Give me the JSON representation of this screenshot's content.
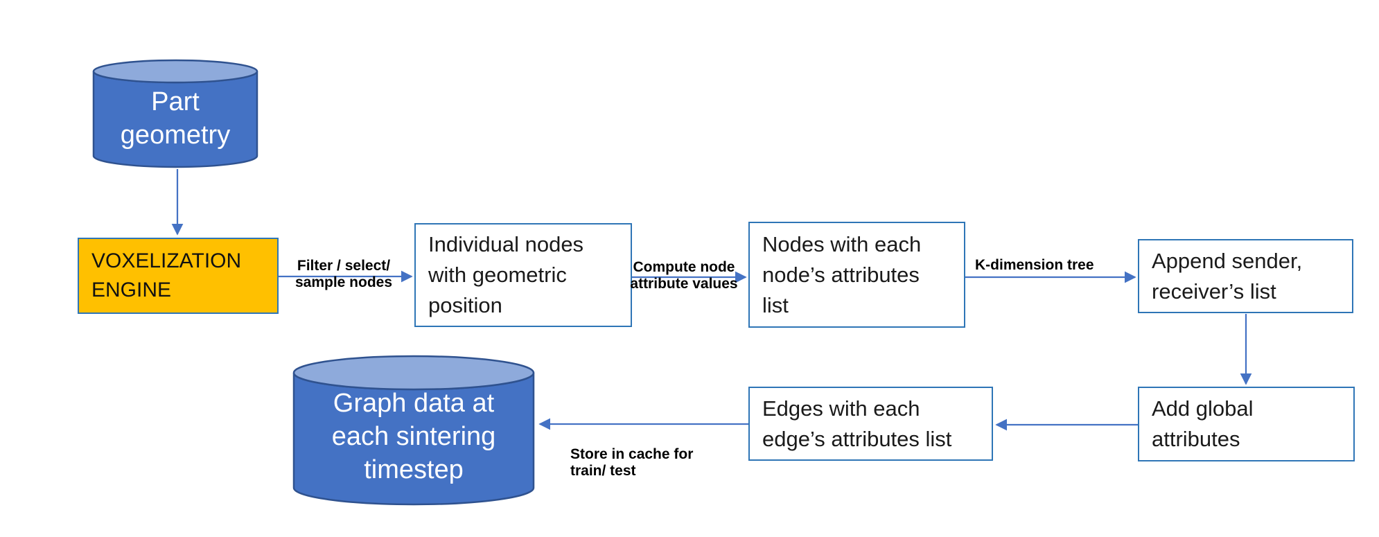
{
  "diagram": {
    "type": "flowchart",
    "background": "#ffffff",
    "colors": {
      "cylinder_body": "#4472c4",
      "cylinder_top": "#8eaadb",
      "cylinder_border": "#2f528f",
      "process_box_fill": "#ffffff",
      "process_box_border": "#2e75b6",
      "engine_box_fill": "#ffc000",
      "arrow": "#4472c4",
      "box_text": "#1a1a1a",
      "cylinder_text": "#ffffff",
      "label_text": "#000000"
    },
    "nodes": {
      "part_geometry": {
        "shape": "cylinder",
        "label": "Part\ngeometry"
      },
      "voxelization_engine": {
        "shape": "rect",
        "label": "VOXELIZATION\nENGINE"
      },
      "individual_nodes": {
        "shape": "rect",
        "label": "Individual nodes\nwith geometric\nposition"
      },
      "nodes_with_attributes": {
        "shape": "rect",
        "label": "Nodes with each\nnode’s attributes\nlist"
      },
      "append_sender": {
        "shape": "rect",
        "label": "Append sender,\nreceiver’s list"
      },
      "add_global_attributes": {
        "shape": "rect",
        "label": "Add global\nattributes"
      },
      "edges_with_attributes": {
        "shape": "rect",
        "label": "Edges with each\nedge’s attributes list"
      },
      "graph_data": {
        "shape": "cylinder",
        "label": "Graph data at\neach sintering\ntimestep"
      }
    },
    "edges": [
      {
        "from": "part_geometry",
        "to": "voxelization_engine",
        "label": ""
      },
      {
        "from": "voxelization_engine",
        "to": "individual_nodes",
        "label": "Filter / select/\nsample nodes"
      },
      {
        "from": "individual_nodes",
        "to": "nodes_with_attributes",
        "label": "Compute node\nattribute values"
      },
      {
        "from": "nodes_with_attributes",
        "to": "append_sender",
        "label": "K-dimension tree"
      },
      {
        "from": "append_sender",
        "to": "add_global_attributes",
        "label": ""
      },
      {
        "from": "add_global_attributes",
        "to": "edges_with_attributes",
        "label": ""
      },
      {
        "from": "edges_with_attributes",
        "to": "graph_data",
        "label": "Store in cache for\ntrain/ test"
      }
    ],
    "edge_labels": {
      "filter": "Filter / select/\nsample nodes",
      "compute": "Compute node\nattribute values",
      "kdtree": "K-dimension tree",
      "store": "Store in cache for\ntrain/ test"
    }
  }
}
